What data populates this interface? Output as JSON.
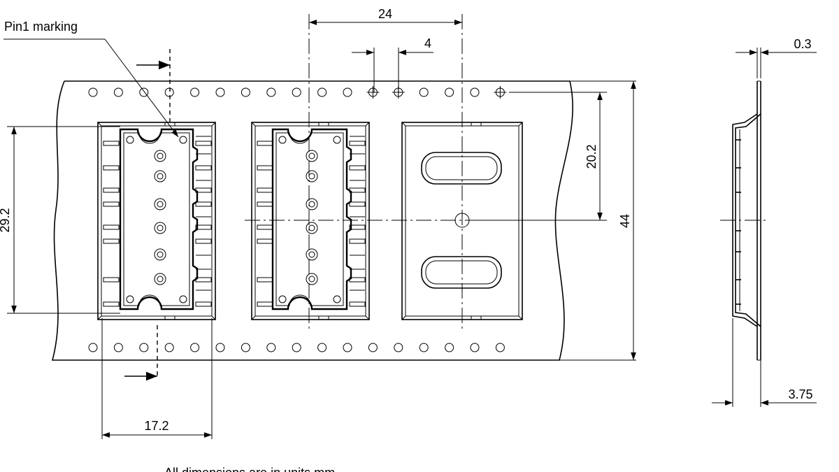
{
  "drawing": {
    "pin1_label": "Pin1 marking",
    "note": "All dimensions are in units mm",
    "dimensions": {
      "pitch": "24",
      "hole_pitch": "4",
      "thickness": "0.3",
      "hole_to_center": "20.2",
      "tape_width": "44",
      "pocket_length": "29.2",
      "pocket_width": "17.2",
      "pocket_depth": "3.75"
    }
  }
}
